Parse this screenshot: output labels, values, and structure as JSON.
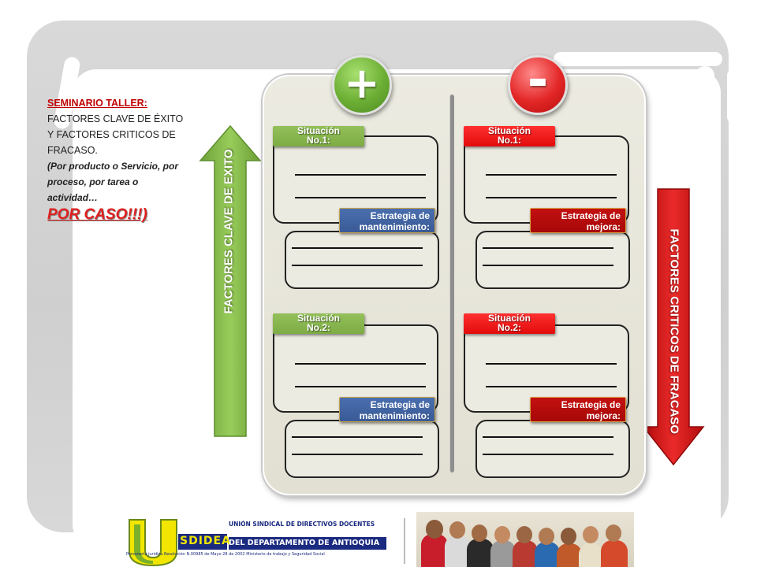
{
  "seminar": {
    "line1": "SEMINARIO TALLER:",
    "line2": "FACTORES CLAVE DE ÉXITO Y FACTORES CRITICOS DE FRACASO.",
    "line3": "(Por producto o Servicio, por proceso, por tarea o actividad…",
    "line4": "POR CASO!!!)"
  },
  "symbols": {
    "plus": "+",
    "minus": "-"
  },
  "arrows": {
    "left": "FACTORES CLAVE DE EXITO",
    "right": "FACTORES CRITICOS DE FRACASO"
  },
  "left_column": {
    "situacion1": {
      "a": "Situación",
      "b": "No.1:"
    },
    "estrategia1": {
      "a": "Estrategia de",
      "b": "mantenimiento:"
    },
    "situacion2": {
      "a": "Situación",
      "b": "No.2:"
    },
    "estrategia2": {
      "a": "Estrategia de",
      "b": "mantenimiento:"
    }
  },
  "right_column": {
    "situacion1": {
      "a": "Situación",
      "b": "No.1:"
    },
    "estrategia1": {
      "a": "Estrategia de",
      "b": "mejora:"
    },
    "situacion2": {
      "a": "Situación",
      "b": "No.2:"
    },
    "estrategia2": {
      "a": "Estrategia de",
      "b": "mejora:"
    }
  },
  "footer": {
    "logo_letters": "SDIDEA",
    "org_line1": "UNIÓN SINDICAL DE DIRECTIVOS DOCENTES",
    "org_line2": "DEL DEPARTAMENTO DE ANTIOQUIA",
    "org_line3": "Personería jurídica Resolución N.00985 de Mayo 28 de 2002 Ministerio de trabajo y Seguridad Social"
  },
  "colors": {
    "green": "#7dab44",
    "red": "#e20b0b",
    "blue": "#3a5a96",
    "dark_red": "#a70808",
    "accent_text": "#c00000"
  }
}
